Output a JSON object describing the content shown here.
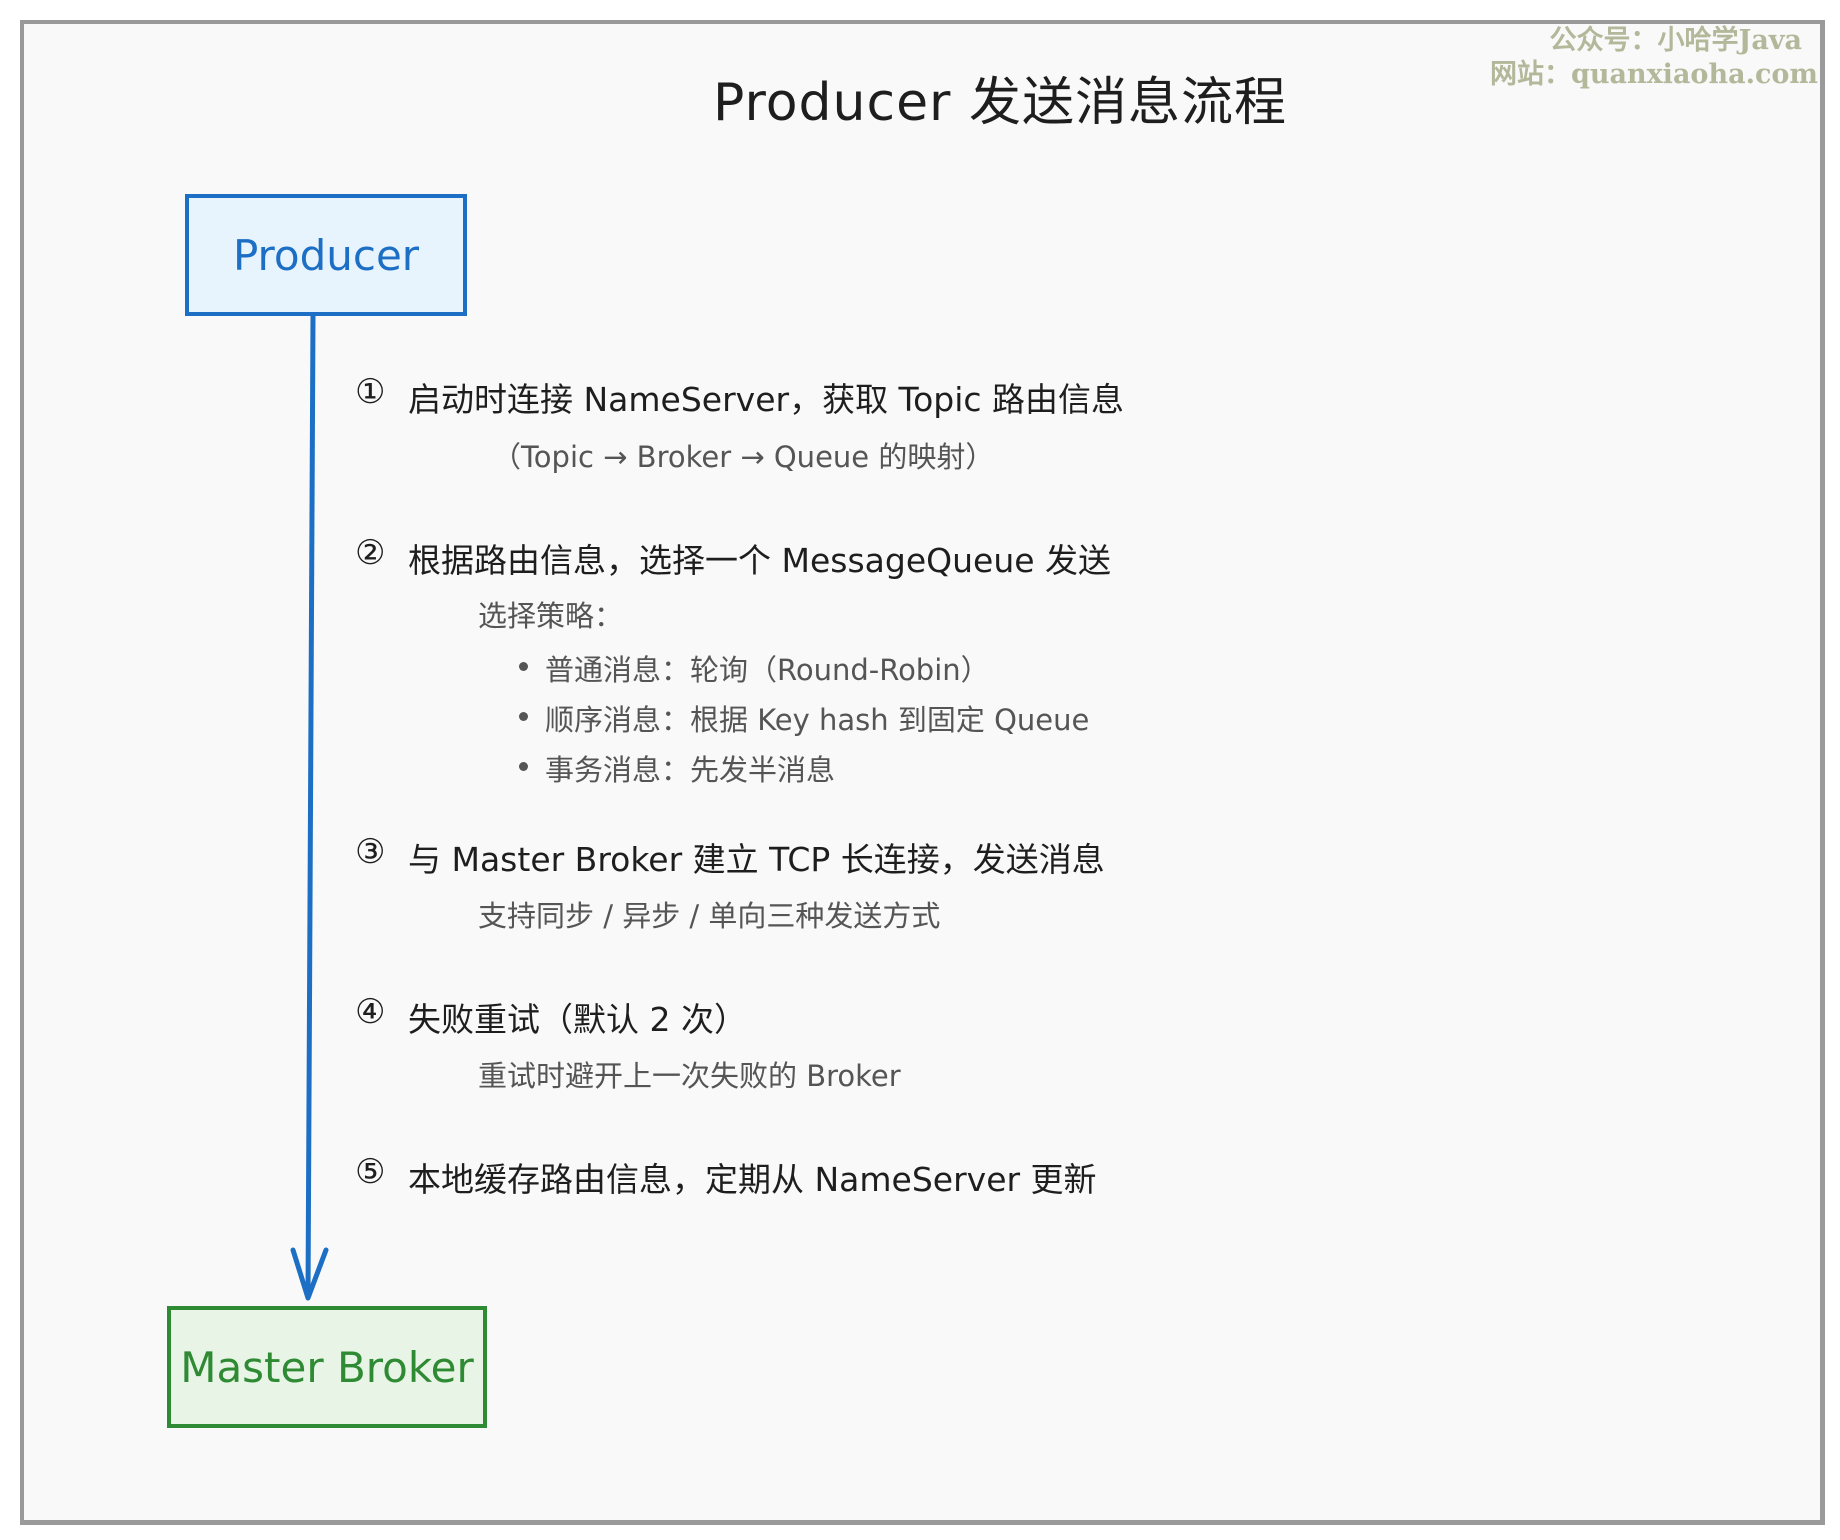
{
  "watermark": {
    "line1": "公众号：小哈学Java",
    "line2": "网站：quanxiaoha.com"
  },
  "title": "Producer 发送消息流程",
  "nodes": {
    "producer": "Producer",
    "broker": "Master Broker"
  },
  "colors": {
    "producer": "#1c6fc4",
    "broker": "#2f8a34"
  },
  "steps": [
    {
      "num": "①",
      "text": "启动时连接 NameServer，获取 Topic 路由信息",
      "sub": "（Topic → Broker → Queue 的映射）"
    },
    {
      "num": "②",
      "text": "根据路由信息，选择一个 MessageQueue 发送",
      "sub": "选择策略：",
      "bullets": [
        "普通消息：轮询（Round-Robin）",
        "顺序消息：根据 Key hash 到固定 Queue",
        "事务消息：先发半消息"
      ]
    },
    {
      "num": "③",
      "text": "与 Master Broker 建立 TCP 长连接，发送消息",
      "sub": "支持同步 / 异步 / 单向三种发送方式"
    },
    {
      "num": "④",
      "text": "失败重试（默认 2 次）",
      "sub": "重试时避开上一次失败的 Broker"
    },
    {
      "num": "⑤",
      "text": "本地缓存路由信息，定期从 NameServer 更新"
    }
  ]
}
